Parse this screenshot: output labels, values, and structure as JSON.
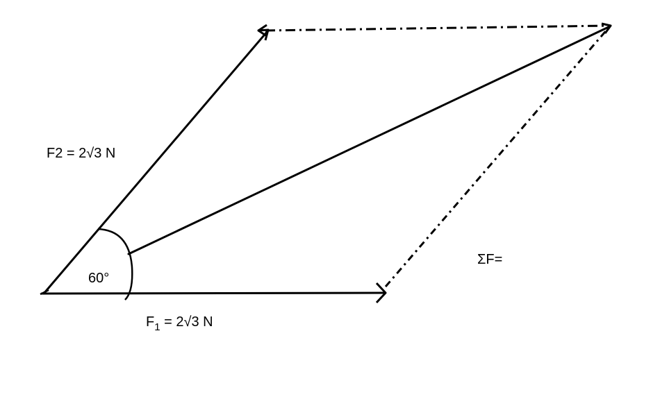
{
  "labels": {
    "f2": "F2 = 2√3 N",
    "f1_main": "F",
    "f1_sub": "1",
    "f1_rest": " = 2√3 N",
    "angle": "60°",
    "sum": "ΣF="
  },
  "colors": {
    "ink": "#000000",
    "background": "#ffffff"
  }
}
